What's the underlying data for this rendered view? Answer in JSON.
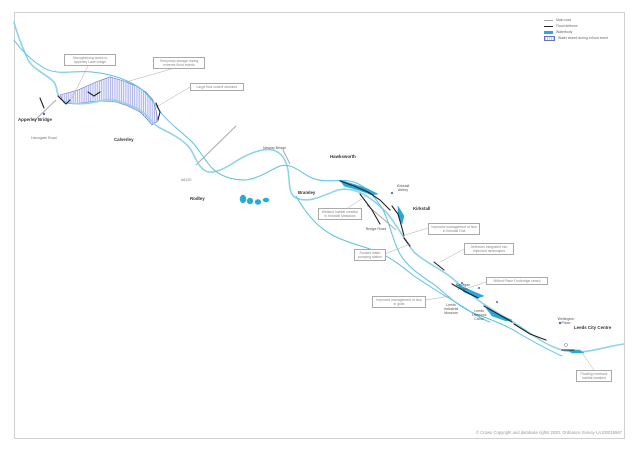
{
  "legend": {
    "items": [
      {
        "label": "Main road",
        "swatch": "road"
      },
      {
        "label": "Flood defence",
        "swatch": "flood"
      },
      {
        "label": "Waterbody",
        "swatch": "water"
      },
      {
        "label": "Water stored during a flood event",
        "swatch": "store"
      }
    ]
  },
  "places": {
    "apperley_bridge": "Apperley Bridge",
    "harrogate_road": "Harrogate Road",
    "calverley": "Calverley",
    "a6120": "A6120",
    "rodley": "Rodley",
    "newlay_bridge": "Newlay Bridge",
    "hawksworth": "Hawksworth",
    "bramley": "Bramley",
    "kirkstall_abbey": "Kirkstall Abbey",
    "kirkstall": "Kirkstall",
    "bridge_road": "Bridge Road",
    "cardigan_fields": "Cardigan Fields",
    "leeds_industrial_museum": "Leeds Industrial Museum",
    "leeds_liverpool_canal": "Leeds Liverpool Canal",
    "wellington_place": "Wellington Place",
    "leeds_city_centre": "Leeds City Centre"
  },
  "callouts": {
    "strengthening": "Strengthening works to Apperley Lane bridge",
    "temporary_storage": "Temporary storage during extreme flood events",
    "large_flow_control": "Large flow control structure",
    "wetland_habitat": "Wetland habitat creation in Kirkstall Meadows",
    "improved_mgmt_kirkstall": "Improved management of flow in Kirkstall Goit",
    "surface_water": "Surface water pumping station",
    "defences_landscapes": "Defences integrated into improved landscapes",
    "milford_place": "Milford Place Footbridge raised",
    "improved_mgmt_goits": "Improved management of flow in goits",
    "floating_habitat": "Floating riverbank habitat installed"
  },
  "colors": {
    "river": "#8fd3ea",
    "canal": "#5bc2e3",
    "waterbody": "#29a9d9",
    "flood_defence": "#222222",
    "road": "#a0a0a0",
    "storage": "#6a6fc8"
  },
  "copyright": "© Crown Copyright and database rights 2020. Ordnance Survey LA100019567"
}
